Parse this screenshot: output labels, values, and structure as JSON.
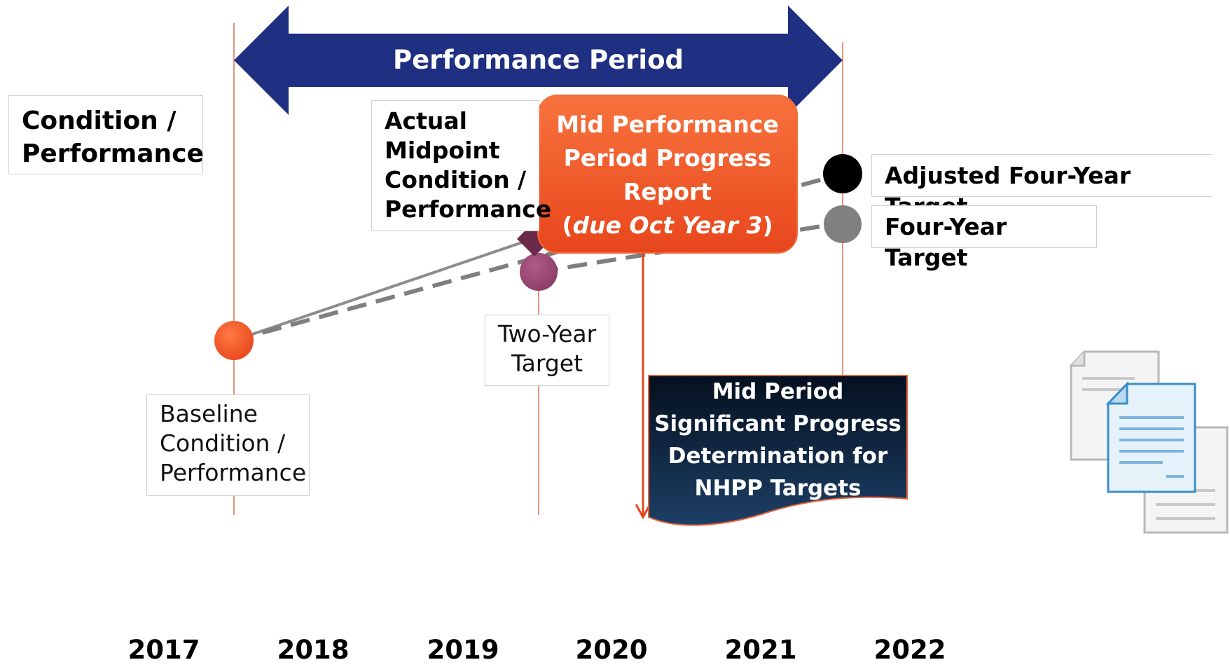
{
  "performance_period": {
    "label": "Performance Period"
  },
  "condition_label": {
    "line1": "Condition /",
    "line2": "Performance"
  },
  "actual_midpoint": {
    "line1": "Actual",
    "line2": "Midpoint",
    "line3": "Condition /",
    "line4": "Performance"
  },
  "mid_report": {
    "line1": "Mid Performance",
    "line2": "Period Progress",
    "line3": "Report",
    "line4_open": "(",
    "line4_italic": "due Oct Year 3",
    "line4_close": ")"
  },
  "adjusted_target": {
    "label": "Adjusted Four-Year Target"
  },
  "four_year_target": {
    "label": "Four-Year Target"
  },
  "two_year_target": {
    "line1": "Two-Year",
    "line2": "Target"
  },
  "baseline": {
    "line1": "Baseline",
    "line2": "Condition /",
    "line3": "Performance"
  },
  "determination": {
    "line1": "Mid Period",
    "line2": "Significant Progress",
    "line3": "Determination for",
    "line4": "NHPP Targets"
  },
  "years": [
    "2017",
    "2018",
    "2019",
    "2020",
    "2021",
    "2022"
  ],
  "colors": {
    "arrow_blue": "#1f2f82",
    "orange": "#f05a28",
    "line_orange": "#e07050",
    "purple_diamond": "#6b2a4a",
    "purple_circle": "#9a4a72",
    "gray": "#7f7f7f",
    "navy_box": "#0c1a33"
  }
}
